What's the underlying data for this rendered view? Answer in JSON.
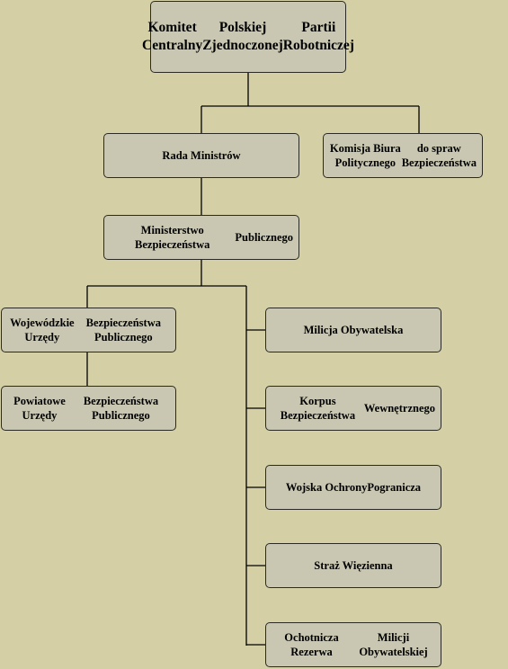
{
  "diagram": {
    "nodes": [
      {
        "id": "komitet",
        "lines": [
          "Komitet Centralny",
          "Polskiej Zjednoczonej",
          "Partii Robotniczej"
        ]
      },
      {
        "id": "rada",
        "lines": [
          "Rada Ministrów"
        ]
      },
      {
        "id": "komisja",
        "lines": [
          "Komisja Biura Politycznego",
          "do spraw Bezpieczeństwa"
        ]
      },
      {
        "id": "ministerstwo",
        "lines": [
          "Ministerstwo Bezpieczeństwa",
          "Publicznego"
        ]
      },
      {
        "id": "wojewodzkie",
        "lines": [
          "Wojewódzkie Urzędy",
          "Bezpieczeństwa Publicznego"
        ]
      },
      {
        "id": "powiatowe",
        "lines": [
          "Powiatowe Urzędy",
          "Bezpieczeństwa Publicznego"
        ]
      },
      {
        "id": "milicja",
        "lines": [
          "Milicja Obywatelska"
        ]
      },
      {
        "id": "korpus",
        "lines": [
          "Korpus Bezpieczeństwa",
          "Wewnętrznego"
        ]
      },
      {
        "id": "wojska",
        "lines": [
          "Wojska Ochrony",
          "Pogranicza"
        ]
      },
      {
        "id": "straz",
        "lines": [
          "Straż Więzienna"
        ]
      },
      {
        "id": "ochotnicza",
        "lines": [
          "Ochotnicza Rezerwa",
          "Milicji Obywatelskiej"
        ]
      }
    ],
    "edges": [
      [
        "komitet",
        "rada"
      ],
      [
        "komitet",
        "komisja"
      ],
      [
        "rada",
        "ministerstwo"
      ],
      [
        "ministerstwo",
        "wojewodzkie"
      ],
      [
        "wojewodzkie",
        "powiatowe"
      ],
      [
        "ministerstwo",
        "milicja"
      ],
      [
        "ministerstwo",
        "korpus"
      ],
      [
        "ministerstwo",
        "wojska"
      ],
      [
        "ministerstwo",
        "straz"
      ],
      [
        "ministerstwo",
        "ochotnicza"
      ]
    ]
  },
  "colors": {
    "background": "#d4cfa4",
    "box_fill": "#c9c7b1",
    "box_border": "#2a2a22",
    "line": "#000000",
    "text": "#000000"
  }
}
